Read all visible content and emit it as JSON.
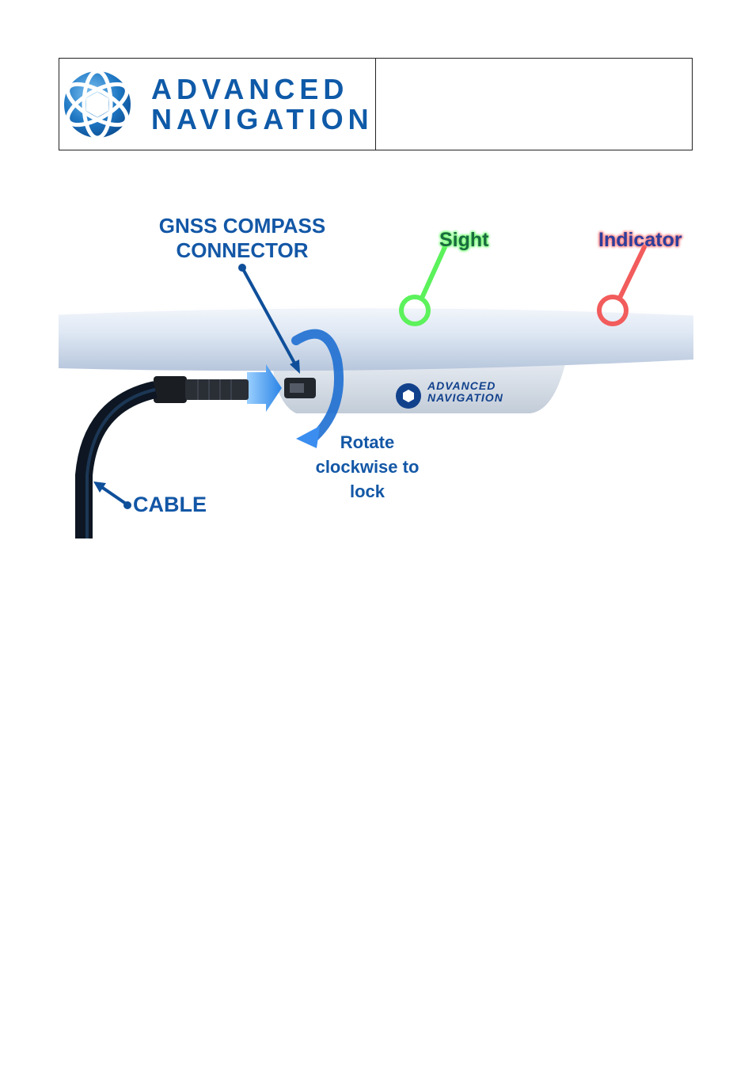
{
  "header": {
    "brand_line1": "ADVANCED",
    "brand_line2": "NAVIGATION",
    "right_cell_text": ""
  },
  "figure": {
    "connector_label_line1": "GNSS COMPASS",
    "connector_label_line2": "CONNECTOR",
    "sight_label": "Sight",
    "indicator_label": "Indicator",
    "rotate_line1": "Rotate",
    "rotate_line2": "clockwise to",
    "rotate_line3": "lock",
    "cable_label": "CABLE",
    "unit_brand_line1": "ADVANCED",
    "unit_brand_line2": "NAVIGATION"
  },
  "colors": {
    "brand_blue": "#0f5aa8",
    "sight_glow": "#6cff6c",
    "indicator_glow": "#ff7a7a"
  }
}
